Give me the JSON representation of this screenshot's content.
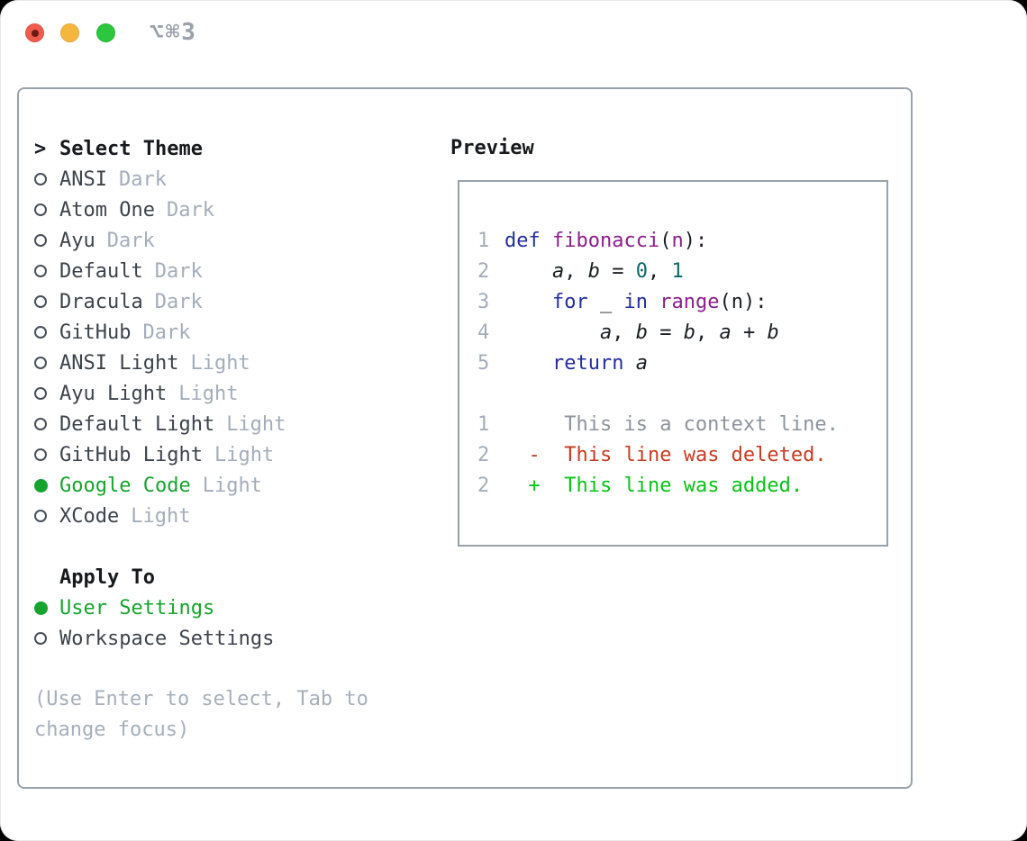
{
  "window": {
    "title": "⌥⌘3",
    "traffic_lights": [
      {
        "name": "close",
        "color": "#f15b4e",
        "dot": "#6e1a12"
      },
      {
        "name": "minimize",
        "color": "#f5b63d"
      },
      {
        "name": "zoom",
        "color": "#2dc63f"
      }
    ]
  },
  "theme_selector": {
    "header": {
      "marker": ">",
      "label": "Select Theme"
    },
    "themes": [
      {
        "name": "ANSI",
        "variant": "Dark",
        "selected": false
      },
      {
        "name": "Atom One",
        "variant": "Dark",
        "selected": false
      },
      {
        "name": "Ayu",
        "variant": "Dark",
        "selected": false
      },
      {
        "name": "Default",
        "variant": "Dark",
        "selected": false
      },
      {
        "name": "Dracula",
        "variant": "Dark",
        "selected": false
      },
      {
        "name": "GitHub",
        "variant": "Dark",
        "selected": false
      },
      {
        "name": "ANSI Light",
        "variant": "Light",
        "selected": false
      },
      {
        "name": "Ayu Light",
        "variant": "Light",
        "selected": false
      },
      {
        "name": "Default Light",
        "variant": "Light",
        "selected": false
      },
      {
        "name": "GitHub Light",
        "variant": "Light",
        "selected": false
      },
      {
        "name": "Google Code",
        "variant": "Light",
        "selected": true
      },
      {
        "name": "XCode",
        "variant": "Light",
        "selected": false
      }
    ],
    "apply_to": {
      "label": "Apply To",
      "options": [
        {
          "name": "User Settings",
          "selected": true
        },
        {
          "name": "Workspace Settings",
          "selected": false
        }
      ]
    },
    "help_lines": [
      "(Use Enter to select, Tab to",
      "change focus)"
    ]
  },
  "preview": {
    "label": "Preview",
    "lines": [
      {
        "num": "1",
        "segs": [
          [
            "def",
            "kw"
          ],
          [
            " ",
            "pl"
          ],
          [
            "fibonacci",
            "fn"
          ],
          [
            "(",
            "pl"
          ],
          [
            "n",
            "fn"
          ],
          [
            "):",
            "pl"
          ]
        ]
      },
      {
        "num": "2",
        "segs": [
          [
            "    ",
            "pl"
          ],
          [
            "a",
            "var"
          ],
          [
            ", ",
            "pl"
          ],
          [
            "b",
            "var"
          ],
          [
            " = ",
            "pl"
          ],
          [
            "0",
            "lit"
          ],
          [
            ", ",
            "pl"
          ],
          [
            "1",
            "lit"
          ]
        ]
      },
      {
        "num": "3",
        "segs": [
          [
            "    ",
            "pl"
          ],
          [
            "for",
            "kw"
          ],
          [
            " _ ",
            "pl"
          ],
          [
            "in",
            "kw"
          ],
          [
            " ",
            "pl"
          ],
          [
            "range",
            "fn"
          ],
          [
            "(n):",
            "pl"
          ]
        ]
      },
      {
        "num": "4",
        "segs": [
          [
            "        ",
            "pl"
          ],
          [
            "a",
            "var"
          ],
          [
            ", ",
            "pl"
          ],
          [
            "b",
            "var"
          ],
          [
            " = ",
            "pl"
          ],
          [
            "b",
            "var"
          ],
          [
            ", ",
            "pl"
          ],
          [
            "a",
            "var"
          ],
          [
            " + ",
            "pl"
          ],
          [
            "b",
            "var"
          ]
        ]
      },
      {
        "num": "5",
        "segs": [
          [
            "    ",
            "pl"
          ],
          [
            "return",
            "kw"
          ],
          [
            " ",
            "pl"
          ],
          [
            "a",
            "var"
          ]
        ]
      },
      {
        "num": "",
        "segs": []
      },
      {
        "num": "1",
        "segs": [
          [
            "     ",
            "pl"
          ],
          [
            "This is a context line.",
            "ctx"
          ]
        ]
      },
      {
        "num": "2",
        "segs": [
          [
            "  ",
            "pl"
          ],
          [
            "-",
            "del"
          ],
          [
            "  ",
            "pl"
          ],
          [
            "This line was deleted.",
            "del"
          ]
        ]
      },
      {
        "num": "2",
        "segs": [
          [
            "  ",
            "pl"
          ],
          [
            "+",
            "add"
          ],
          [
            "  ",
            "pl"
          ],
          [
            "This line was added.",
            "add"
          ]
        ]
      }
    ]
  },
  "colors": {
    "kw": "#232f9f",
    "fn": "#8c1f8c",
    "lit": "#0a6868",
    "pl": "#1b1f24",
    "var": "#1b1f24",
    "ctx": "#8d939d",
    "del": "#c93b22",
    "add": "#08c416",
    "line_number_gray": "#a4adbb",
    "selected_green": "#16a42e",
    "variant_gray": "#a4adbb",
    "item_text": "#3d434b",
    "header_text": "#17191d",
    "border_gray": "#98a2ab",
    "help_gray": "#a7afbb",
    "title_gray": "#9aa1a9"
  }
}
